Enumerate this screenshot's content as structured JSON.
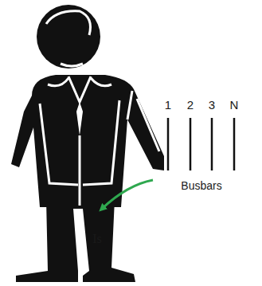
{
  "diagram": {
    "labels": [
      "1",
      "2",
      "3",
      "N",
      "Busbars",
      "Is"
    ]
  }
}
